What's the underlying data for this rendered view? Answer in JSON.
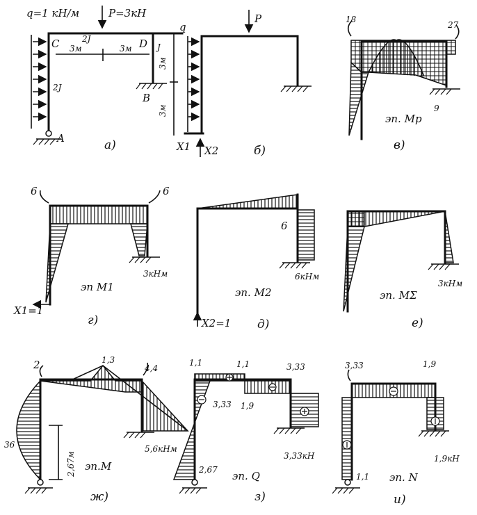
{
  "panel_a": {
    "load_q": "q=1 кН/м",
    "load_p": "P=3кН",
    "node_c": "C",
    "node_d": "D",
    "node_b": "B",
    "node_a": "A",
    "mark_2j": "2J",
    "mark_2j_top": "2J",
    "mark_j": "J",
    "dim_left": "3м",
    "dim_right": "3м",
    "dim_h1": "3м",
    "dim_h2": "3м",
    "caption": "а)"
  },
  "panel_b": {
    "q_label": "q",
    "p_label": "P",
    "x1": "X1",
    "x2": "X2",
    "caption": "б)"
  },
  "panel_v": {
    "v18": "18",
    "v27": "27",
    "v9": "9",
    "title": "эп. Mp",
    "caption": "в)"
  },
  "panel_g": {
    "v6l": "6",
    "v6r": "6",
    "units": "3кНм",
    "title": "эп M1",
    "force": "X1=1",
    "caption": "г)"
  },
  "panel_d": {
    "v6": "6",
    "units": "6кНм",
    "title": "эп. M2",
    "force": "X2=1",
    "caption": "д)"
  },
  "panel_e": {
    "units": "3кНм",
    "title": "эп. MΣ",
    "caption": "е)"
  },
  "panel_zh": {
    "v2": "2",
    "v13": "1,3",
    "v44": "4,4",
    "v56": "5,6кНм",
    "v36": "36",
    "v267": "2,67м",
    "title": "эп.М",
    "caption": "ж)"
  },
  "panel_z": {
    "v11a": "1,1",
    "v11b": "1,1",
    "v333a": "3,33",
    "v19": "1,9",
    "v333b": "3,33",
    "v333kn": "3,33кН",
    "v267": "2,67",
    "title": "эп. Q",
    "caption": "з)"
  },
  "panel_i": {
    "v333": "3,33",
    "v19": "1,9",
    "v19kn": "1,9кН",
    "v11": "1,1",
    "title": "эп. N",
    "caption": "и)"
  }
}
